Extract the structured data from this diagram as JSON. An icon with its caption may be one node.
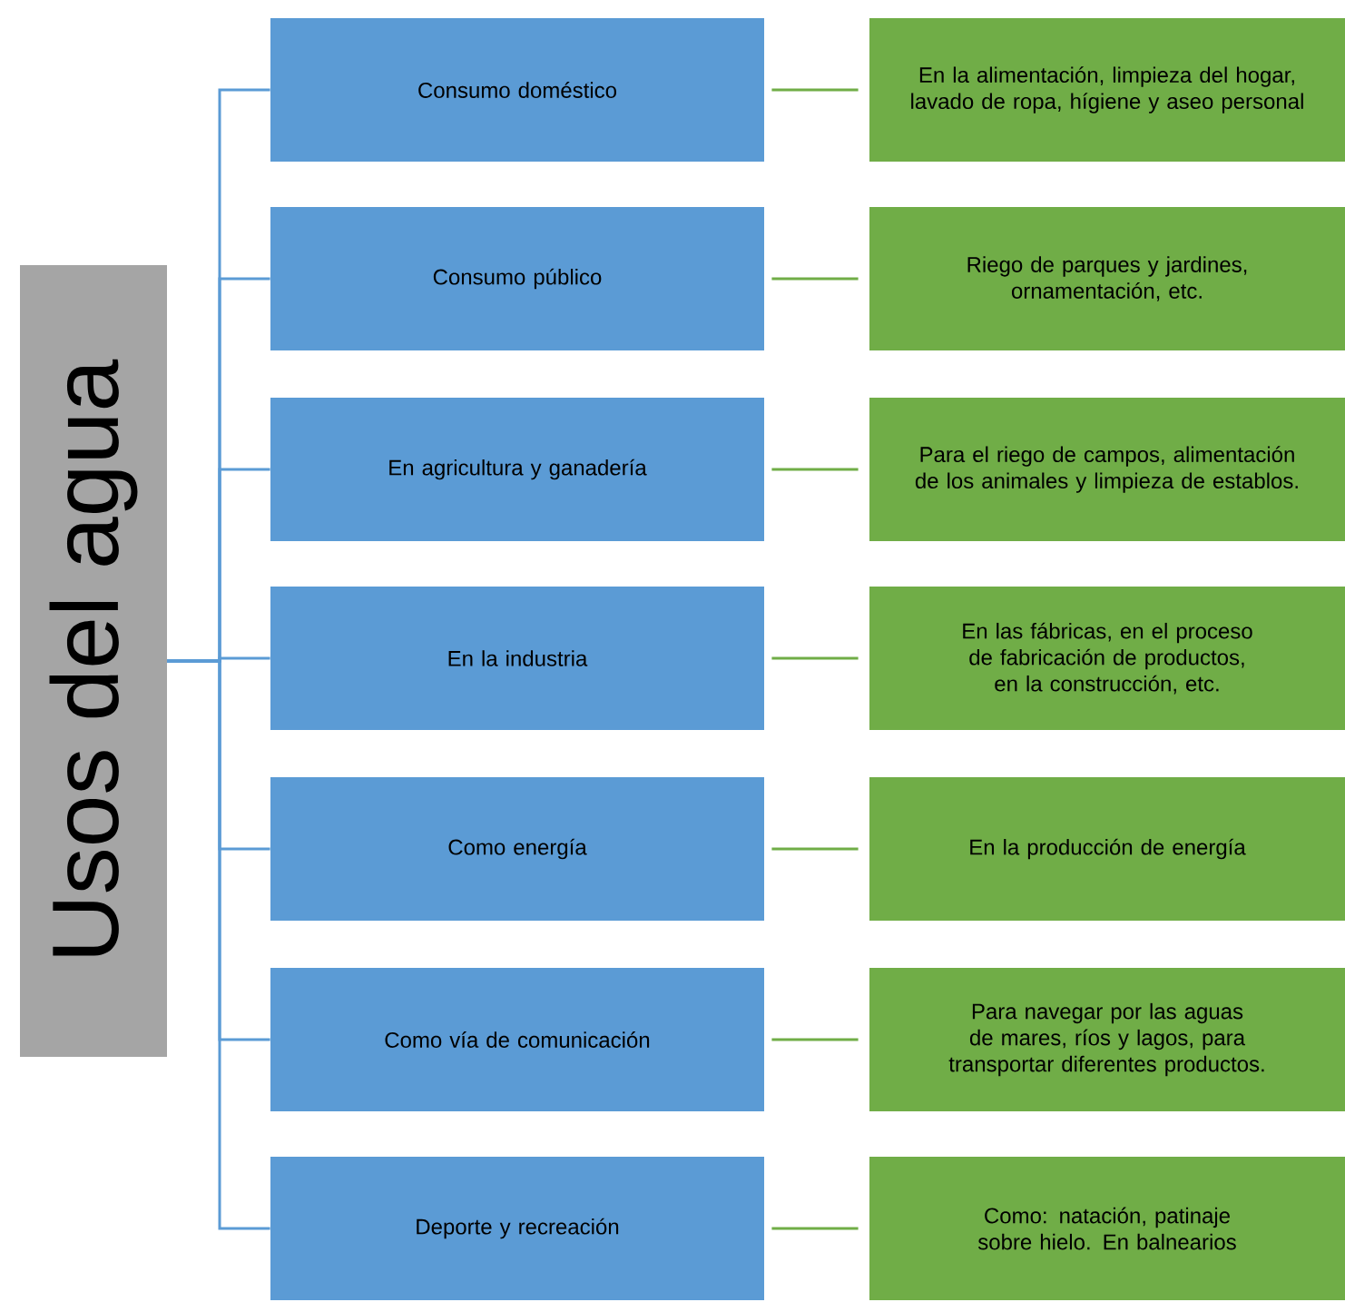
{
  "diagram": {
    "nodes": [
      {
        "text": [
          "Usos del agua"
        ]
      },
      {
        "text": [
          "Consumo doméstico"
        ]
      },
      {
        "text": [
          "Consumo público"
        ]
      },
      {
        "text": [
          "En agricultura y ganadería"
        ]
      },
      {
        "text": [
          "En la industria"
        ]
      },
      {
        "text": [
          "Como energía"
        ]
      },
      {
        "text": [
          "Como vía de comunicación"
        ]
      },
      {
        "text": [
          "Deporte y recreación"
        ]
      },
      {
        "text": [
          "En la alimentación, limpieza del hogar, lavado de ropa, hígiene y aseo personal"
        ]
      },
      {
        "text": [
          "Riego de parques y jardines, ornamentación, etc."
        ]
      },
      {
        "text": [
          "Para el riego de campos, alimentación de los animales y limpieza de establos."
        ]
      },
      {
        "text": [
          "En las fábricas, en el proceso de fabricación de productos, en la construcción, etc."
        ]
      },
      {
        "text": [
          "En la producción de energía"
        ]
      },
      {
        "text": [
          "Para navegar por las aguas de mares, ríos y lagos, para transportar diferentes productos."
        ]
      },
      {
        "text": [
          "Como: natación, patinaje sobre hielo. En balnearios"
        ]
      }
    ],
    "edges": [
      {
        "from": 0,
        "to": 1,
        "arrow": "none",
        "color": "#5b9bd5"
      },
      {
        "from": 0,
        "to": 2,
        "arrow": "none",
        "color": "#5b9bd5"
      },
      {
        "from": 0,
        "to": 3,
        "arrow": "none",
        "color": "#5b9bd5"
      },
      {
        "from": 0,
        "to": 4,
        "arrow": "none",
        "color": "#5b9bd5"
      },
      {
        "from": 0,
        "to": 5,
        "arrow": "none",
        "color": "#5b9bd5"
      },
      {
        "from": 0,
        "to": 6,
        "arrow": "none",
        "color": "#5b9bd5"
      },
      {
        "from": 0,
        "to": 7,
        "arrow": "none",
        "color": "#5b9bd5"
      },
      {
        "from": 1,
        "to": 8,
        "arrow": "none",
        "color": "#70ad47"
      },
      {
        "from": 2,
        "to": 9,
        "arrow": "none",
        "color": "#70ad47"
      },
      {
        "from": 3,
        "to": 10,
        "arrow": "none",
        "color": "#70ad47"
      },
      {
        "from": 4,
        "to": 11,
        "arrow": "none",
        "color": "#70ad47"
      },
      {
        "from": 5,
        "to": 12,
        "arrow": "none",
        "color": "#70ad47"
      },
      {
        "from": 6,
        "to": 13,
        "arrow": "none",
        "color": "#70ad47"
      },
      {
        "from": 7,
        "to": 14,
        "arrow": "none",
        "color": "#70ad47"
      }
    ]
  }
}
